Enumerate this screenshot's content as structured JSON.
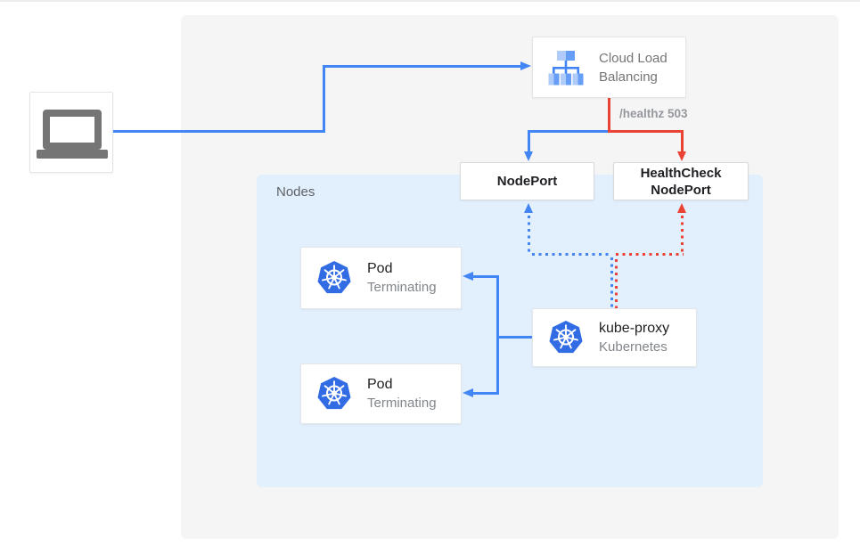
{
  "client": {
    "icon": "laptop-icon"
  },
  "clb": {
    "label": "Cloud Load Balancing",
    "icon": "load-balancer-icon"
  },
  "edges": {
    "healthz_label": "/healthz 503",
    "blue": "#4285f4",
    "red": "#ea4335"
  },
  "nodeport": {
    "label": "NodePort"
  },
  "healthcheck_nodeport": {
    "label": "HealthCheck NodePort"
  },
  "nodes": {
    "label": "Nodes",
    "bg_color": "#e2effc",
    "pods": [
      {
        "title": "Pod",
        "subtitle": "Terminating",
        "icon": "kubernetes-icon"
      },
      {
        "title": "Pod",
        "subtitle": "Terminating",
        "icon": "kubernetes-icon"
      }
    ],
    "kube_proxy": {
      "title": "kube-proxy",
      "subtitle": "Kubernetes",
      "icon": "kubernetes-icon"
    }
  },
  "colors": {
    "canvas_bg": "#f5f5f5",
    "kubernetes_blue": "#326ce5",
    "lb_icon_light": "#aecbfa",
    "lb_icon_medium": "#669df6",
    "text_dark": "#212121",
    "text_gray": "#80868b"
  }
}
